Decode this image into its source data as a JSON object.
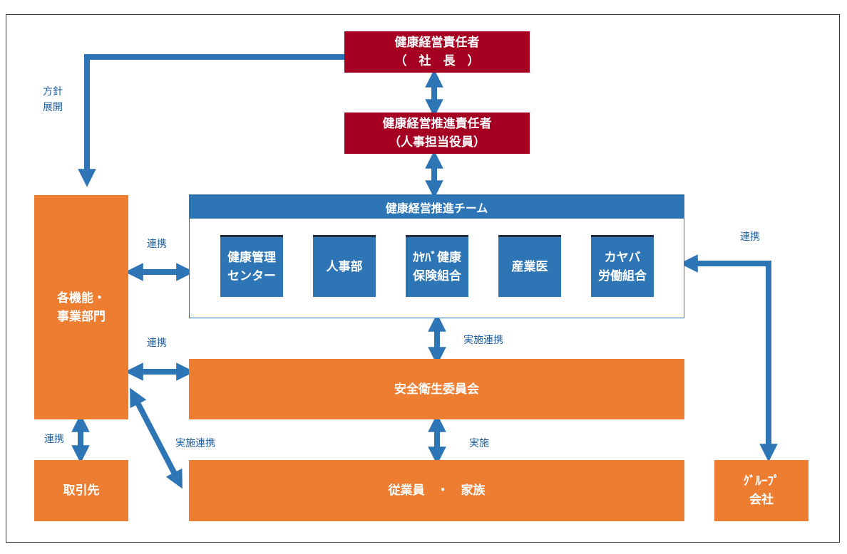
{
  "colors": {
    "red": "#a50021",
    "orange": "#ed7d31",
    "blue": "#2e75b6",
    "arrow": "#2e75b6"
  },
  "ceo": {
    "line1": "健康経営責任者",
    "line2": "（　社　長　）"
  },
  "promotion_lead": {
    "line1": "健康経営推進責任者",
    "line2": "（人事担当役員）"
  },
  "team": {
    "title": "健康経営推進チーム",
    "members": [
      {
        "line1": "健康管理",
        "line2": "センター"
      },
      {
        "line1": "人事部",
        "line2": ""
      },
      {
        "line1": "ｶﾔﾊﾞ健康",
        "line2": "保険組合"
      },
      {
        "line1": "産業医",
        "line2": ""
      },
      {
        "line1": "カヤバ",
        "line2": "労働組合"
      }
    ]
  },
  "departments": {
    "line1": "各機能・",
    "line2": "事業部門"
  },
  "safety_committee": "安全衛生委員会",
  "employees": "従業員　・　家族",
  "partners": "取引先",
  "group": {
    "line1": "ｸﾞﾙｰﾌﾟ",
    "line2": "会社"
  },
  "labels": {
    "policy_line1": "方針",
    "policy_line2": "展開",
    "coop_team": "連携",
    "coop_committee": "連携",
    "coop_partners": "連携",
    "coop_group": "連携",
    "impl_coop_dept": "実施連携",
    "impl_coop_team": "実施連携",
    "impl": "実施"
  }
}
